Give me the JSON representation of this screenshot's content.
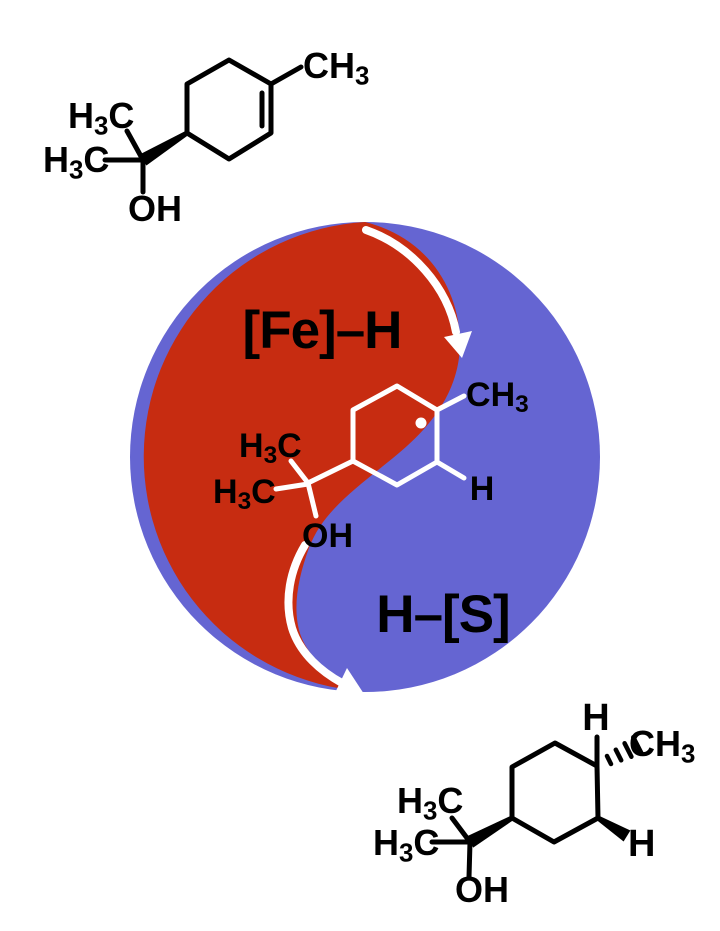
{
  "figure": {
    "substrate": {
      "methyl": "CH3",
      "gem_methyl_top": "H3C",
      "gem_methyl_left": "H3C",
      "hydroxyl": "OH"
    },
    "cycle": {
      "red_label": "[Fe]–H",
      "blue_label": "H–[S]",
      "red_color": "#C72C11",
      "blue_color": "#6565D2",
      "arrow_color": "#FFFFFF",
      "radical_intermediate": {
        "methyl": "CH3",
        "hydrogen": "H",
        "gem_methyl_top": "H3C",
        "gem_methyl_left": "H3C",
        "hydroxyl": "OH",
        "line_color": "#FFFFFF"
      }
    },
    "product": {
      "hydrogen_top": "H",
      "hydrogen_top_color": "#7070DC",
      "methyl": "CH3",
      "hydrogen_right": "H",
      "hydrogen_right_color": "#CC1111",
      "gem_methyl_top": "H3C",
      "gem_methyl_left": "H3C",
      "hydroxyl": "OH"
    }
  }
}
